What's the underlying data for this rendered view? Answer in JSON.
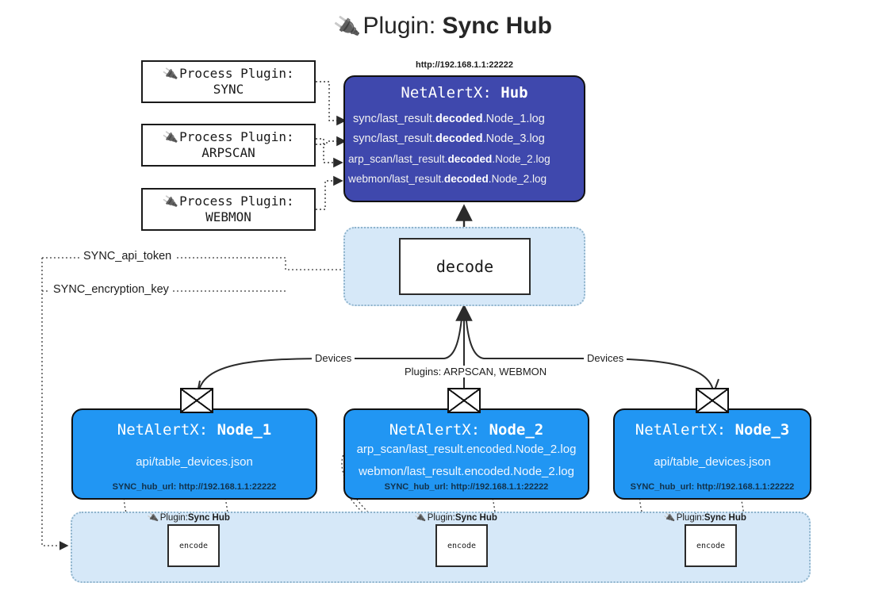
{
  "title": {
    "icon": "plug-icon",
    "prefix": "Plugin: ",
    "name": "Sync Hub"
  },
  "process_plugins": [
    {
      "icon": "plug-icon",
      "line1": "Process Plugin:",
      "line2": "SYNC"
    },
    {
      "icon": "plug-icon",
      "line1": "Process Plugin:",
      "line2": "ARPSCAN"
    },
    {
      "icon": "plug-icon",
      "line1": "Process Plugin:",
      "line2": "WEBMON"
    }
  ],
  "hub": {
    "url": "http://192.168.1.1:22222",
    "title_prefix": "NetAlertX: ",
    "title_name": "Hub",
    "logs": [
      {
        "pre": "sync/last_result.",
        "em": "decoded",
        "post": ".Node_1.log"
      },
      {
        "pre": "sync/last_result.",
        "em": "decoded",
        "post": ".Node_3.log"
      },
      {
        "pre": "arp_scan/last_result.",
        "em": "decoded",
        "post": ".Node_2.log"
      },
      {
        "pre": "webmon/last_result.",
        "em": "decoded",
        "post": ".Node_2.log"
      }
    ]
  },
  "decode": {
    "label": "decode"
  },
  "tokens": [
    {
      "label": "SYNC_api_token"
    },
    {
      "label": "SYNC_encryption_key"
    }
  ],
  "edge_labels": {
    "devices_left": "Devices",
    "plugins_middle": "Plugins: ARPSCAN, WEBMON",
    "devices_right": "Devices"
  },
  "nodes": [
    {
      "title_prefix": "NetAlertX: ",
      "title_name": "Node_1",
      "lines": [
        "api/table_devices.json"
      ],
      "footer": "SYNC_hub_url: http://192.168.1.1:22222"
    },
    {
      "title_prefix": "NetAlertX: ",
      "title_name": "Node_2",
      "lines": [
        "arp_scan/last_result.encoded.Node_2.log",
        "webmon/last_result.encoded.Node_2.log"
      ],
      "footer": "SYNC_hub_url: http://192.168.1.1:22222"
    },
    {
      "title_prefix": "NetAlertX: ",
      "title_name": "Node_3",
      "lines": [
        "api/table_devices.json"
      ],
      "footer": "SYNC_hub_url: http://192.168.1.1:22222"
    }
  ],
  "encoders": [
    {
      "icon": "plug-icon",
      "caption_prefix": "Plugin: ",
      "caption_name": "Sync Hub",
      "label": "encode"
    },
    {
      "icon": "plug-icon",
      "caption_prefix": "Plugin: ",
      "caption_name": "Sync Hub",
      "label": "encode"
    },
    {
      "icon": "plug-icon",
      "caption_prefix": "Plugin: ",
      "caption_name": "Sync Hub",
      "label": "encode"
    }
  ],
  "colors": {
    "hub": "#3f48ad",
    "node": "#2196f3",
    "zone": "#d6e8f8",
    "stroke": "#2b2b2b"
  }
}
